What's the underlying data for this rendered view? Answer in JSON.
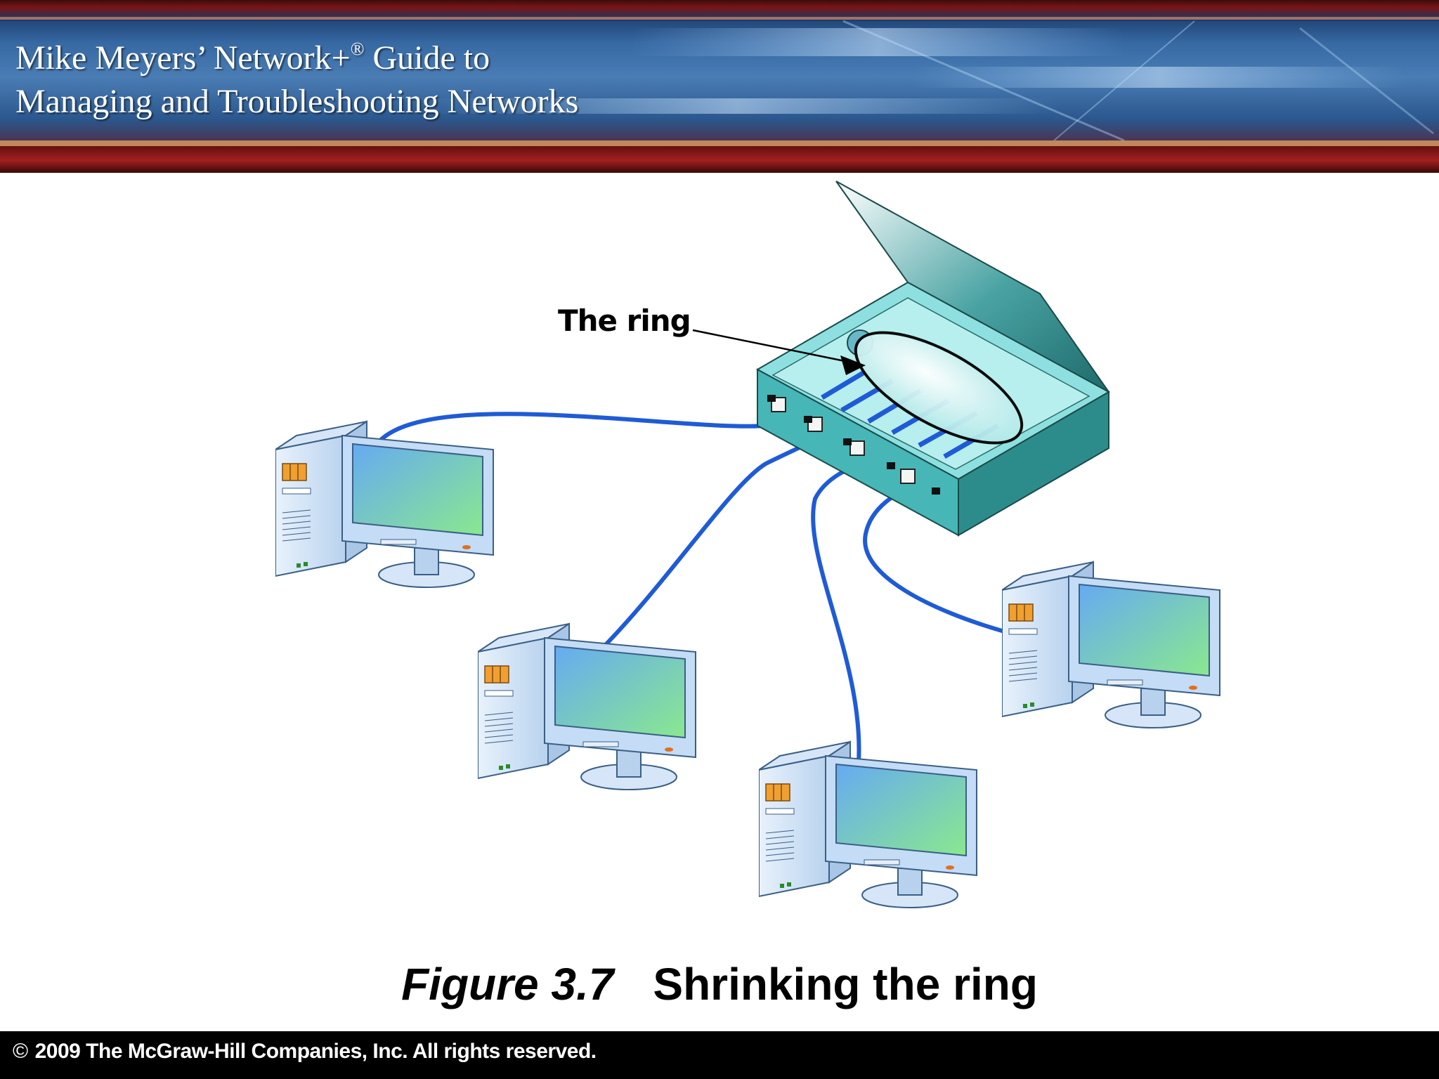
{
  "header": {
    "line1": "Mike Meyers’ Network+",
    "registered": "®",
    "line1_end": " Guide to",
    "line2": "Managing and Troubleshooting Networks"
  },
  "diagram": {
    "ring_label": "The ring",
    "computer_count_shown": 4
  },
  "caption": {
    "figure_number": "Figure 3.7",
    "title": "Shrinking the ring"
  },
  "footer": {
    "copyright_symbol": "©",
    "text": "2009 The McGraw-Hill Companies, Inc. All rights reserved."
  },
  "colors": {
    "cable": "#1f5bd6",
    "hub_body": "#6fd3d3",
    "screen_start": "#66aaf2",
    "screen_end": "#8ae88e",
    "header_red": "#a32020",
    "footer_bg": "#000000"
  }
}
